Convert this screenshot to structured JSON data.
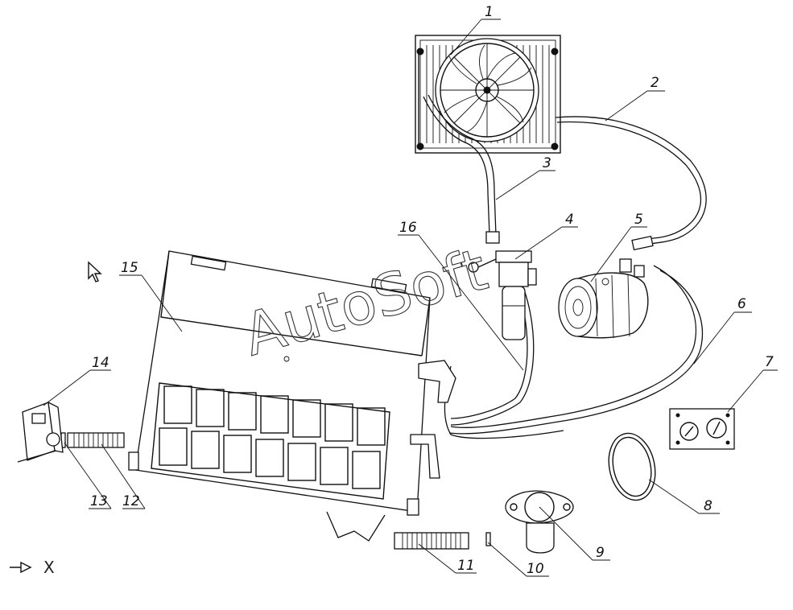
{
  "watermark": "AutoSoft",
  "axis_marker": {
    "symbol": "X"
  },
  "callouts": [
    "1",
    "2",
    "3",
    "4",
    "5",
    "6",
    "7",
    "8",
    "9",
    "10",
    "11",
    "12",
    "13",
    "14",
    "15",
    "16"
  ],
  "icons": [
    "cursor-arrow-icon",
    "direction-arrow-icon"
  ]
}
